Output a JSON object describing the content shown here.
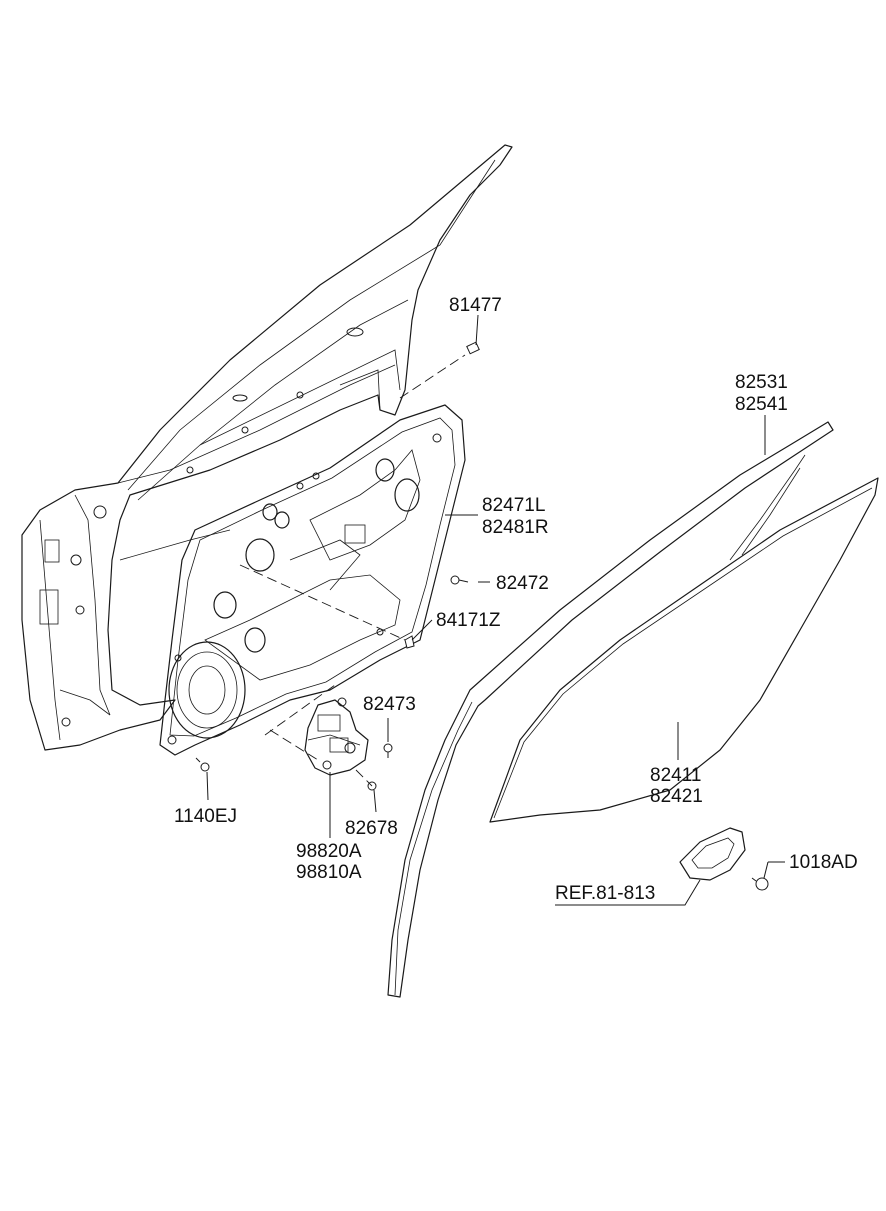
{
  "parts": {
    "p81477": "81477",
    "p82531": "82531",
    "p82541": "82541",
    "p82471L": "82471L",
    "p82481R": "82481R",
    "p82472": "82472",
    "p84171Z": "84171Z",
    "p82473": "82473",
    "p82411": "82411",
    "p82421": "82421",
    "p1140EJ": "1140EJ",
    "p82678": "82678",
    "p98820A": "98820A",
    "p98810A": "98810A",
    "p1018AD": "1018AD",
    "ref_81_813": "REF.81-813"
  }
}
